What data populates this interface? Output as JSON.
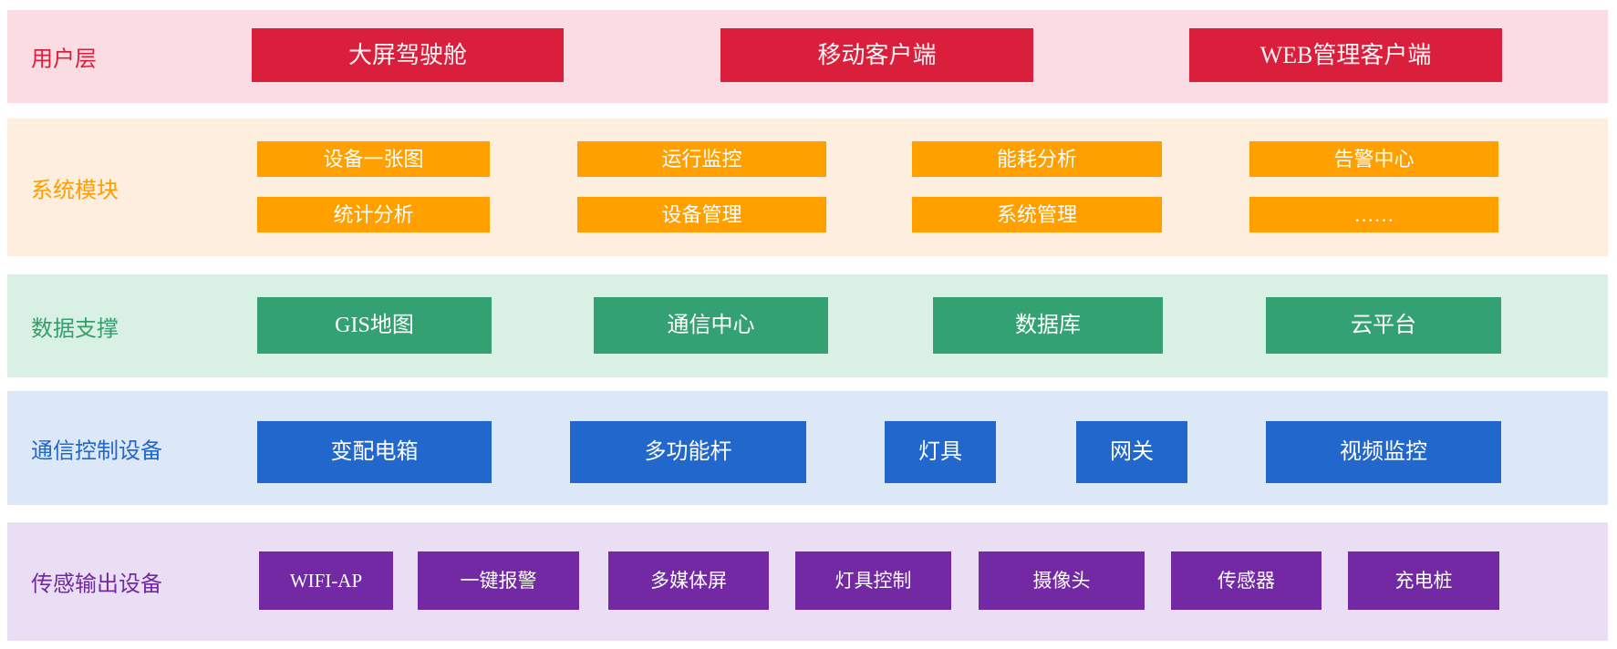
{
  "diagram": {
    "title": "layered-architecture",
    "layers": [
      {
        "id": "user-layer",
        "label": "用户层",
        "accent": "#da1f3d",
        "band_bg": "#fbdce2",
        "box_bg": "#da1f3d",
        "box_text_color": "#fff3f3",
        "boxes": [
          "大屏驾驶舱",
          "移动客户端",
          "WEB管理客户端"
        ]
      },
      {
        "id": "system-modules",
        "label": "系统模块",
        "accent": "#ff9e00",
        "band_bg": "#fdeedd",
        "box_bg": "#ffa000",
        "box_text_color": "#ffffff",
        "boxes": [
          "设备一张图",
          "运行监控",
          "能耗分析",
          "告警中心",
          "统计分析",
          "设备管理",
          "系统管理",
          "……"
        ]
      },
      {
        "id": "data-support",
        "label": "数据支撑",
        "accent": "#35a06b",
        "band_bg": "#d9f0e5",
        "box_bg": "#34a172",
        "box_text_color": "#ffffff",
        "boxes": [
          "GIS地图",
          "通信中心",
          "数据库",
          "云平台"
        ]
      },
      {
        "id": "comm-control-devices",
        "label": "通信控制设备",
        "accent": "#2268cc",
        "band_bg": "#dce8f8",
        "box_bg": "#2268cc",
        "box_text_color": "#ffffff",
        "boxes": [
          "变配电箱",
          "多功能杆",
          "灯具",
          "网关",
          "视频监控"
        ]
      },
      {
        "id": "sensor-output-devices",
        "label": "传感输出设备",
        "accent": "#7229a3",
        "band_bg": "#eadef5",
        "box_bg": "#7229a3",
        "box_text_color": "#ffffff",
        "boxes": [
          "WIFI-AP",
          "一键报警",
          "多媒体屏",
          "灯具控制",
          "摄像头",
          "传感器",
          "充电桩"
        ]
      }
    ]
  }
}
